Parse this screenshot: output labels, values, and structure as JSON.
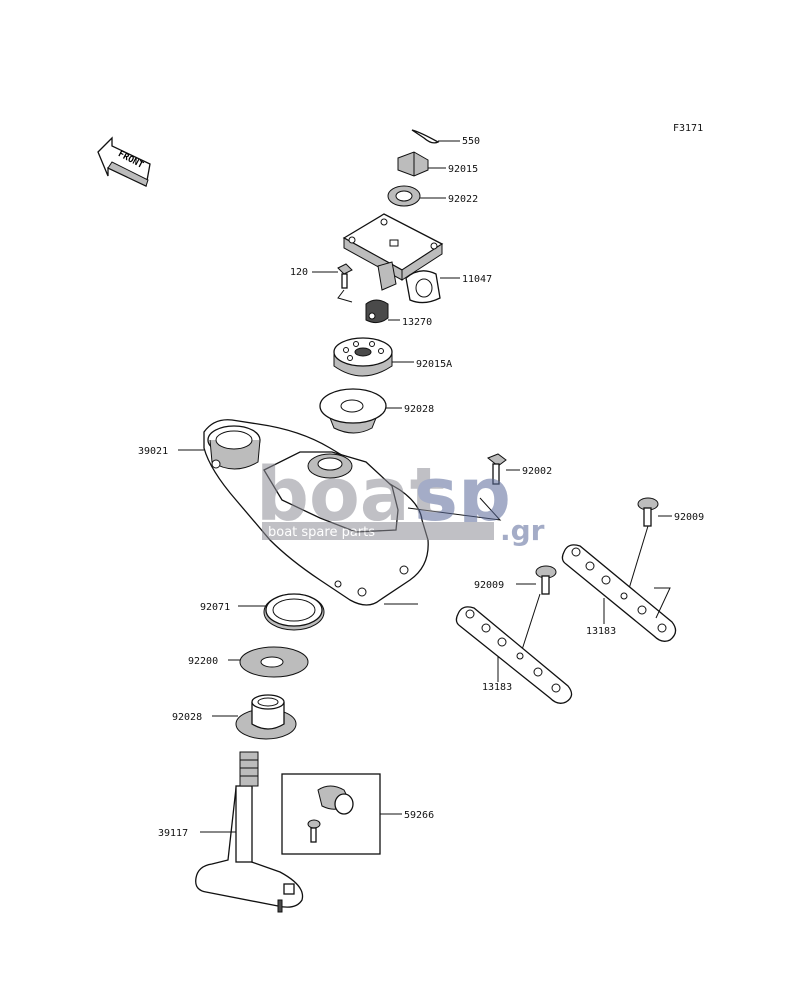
{
  "figure_id": "F3171",
  "front_tag": "FRONT",
  "watermark": {
    "brand_left": "boat",
    "brand_right": "sp",
    "tld": ".gr",
    "tagline": "boat spare parts"
  },
  "parts": [
    {
      "key": "p550",
      "label": "550"
    },
    {
      "key": "p92015",
      "label": "92015"
    },
    {
      "key": "p92022",
      "label": "92022"
    },
    {
      "key": "p11047",
      "label": "11047"
    },
    {
      "key": "p120",
      "label": "120"
    },
    {
      "key": "p13270",
      "label": "13270"
    },
    {
      "key": "p92015a",
      "label": "92015A"
    },
    {
      "key": "p92028_top",
      "label": "92028"
    },
    {
      "key": "p39021",
      "label": "39021"
    },
    {
      "key": "p92002",
      "label": "92002"
    },
    {
      "key": "p92009_right",
      "label": "92009"
    },
    {
      "key": "p92009_left",
      "label": "92009"
    },
    {
      "key": "p13183_right",
      "label": "13183"
    },
    {
      "key": "p13183_left",
      "label": "13183"
    },
    {
      "key": "p92071",
      "label": "92071"
    },
    {
      "key": "p92200",
      "label": "92200"
    },
    {
      "key": "p92028_bottom",
      "label": "92028"
    },
    {
      "key": "p59266",
      "label": "59266"
    },
    {
      "key": "p39117",
      "label": "39117"
    }
  ]
}
